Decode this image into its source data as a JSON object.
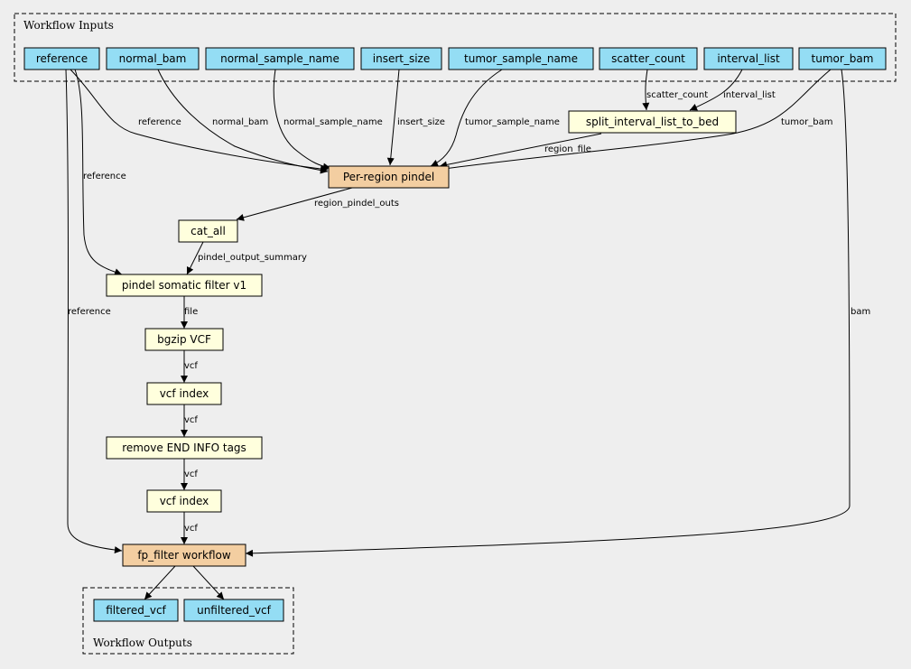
{
  "clusters": {
    "inputs": {
      "label": "Workflow Inputs"
    },
    "outputs": {
      "label": "Workflow Outputs"
    }
  },
  "colors": {
    "background": "#eeeeee",
    "input_output": "#94ddf4",
    "step": "#ffffdd",
    "subworkflow": "#f3cea1"
  },
  "nodes": {
    "reference": {
      "label": "reference",
      "kind": "input"
    },
    "normal_bam": {
      "label": "normal_bam",
      "kind": "input"
    },
    "normal_sample_name": {
      "label": "normal_sample_name",
      "kind": "input"
    },
    "insert_size": {
      "label": "insert_size",
      "kind": "input"
    },
    "tumor_sample_name": {
      "label": "tumor_sample_name",
      "kind": "input"
    },
    "scatter_count": {
      "label": "scatter_count",
      "kind": "input"
    },
    "interval_list": {
      "label": "interval_list",
      "kind": "input"
    },
    "tumor_bam": {
      "label": "tumor_bam",
      "kind": "input"
    },
    "split_interval_list_to_bed": {
      "label": "split_interval_list_to_bed",
      "kind": "step"
    },
    "per_region_pindel": {
      "label": "Per-region pindel",
      "kind": "subworkflow"
    },
    "cat_all": {
      "label": "cat_all",
      "kind": "step"
    },
    "pindel_somatic_filter": {
      "label": "pindel somatic filter v1",
      "kind": "step"
    },
    "bgzip_vcf": {
      "label": "bgzip VCF",
      "kind": "step"
    },
    "vcf_index_1": {
      "label": "vcf index",
      "kind": "step"
    },
    "remove_end_tags": {
      "label": "remove END INFO tags",
      "kind": "step"
    },
    "vcf_index_2": {
      "label": "vcf index",
      "kind": "step"
    },
    "fp_filter": {
      "label": "fp_filter workflow",
      "kind": "subworkflow"
    },
    "filtered_vcf": {
      "label": "filtered_vcf",
      "kind": "output"
    },
    "unfiltered_vcf": {
      "label": "unfiltered_vcf",
      "kind": "output"
    }
  },
  "edge_labels": {
    "ref_to_pindel": "reference",
    "normal_bam_to_pindel": "normal_bam",
    "normal_sample_name_to_pindel": "normal_sample_name",
    "insert_size_to_pindel": "insert_size",
    "tumor_sample_name_to_pindel": "tumor_sample_name",
    "scatter_count_to_split": "scatter_count",
    "interval_list_to_split": "interval_list",
    "tumor_bam_to_pindel": "tumor_bam",
    "split_to_pindel": "region_file",
    "ref_to_somatic_filter": "reference",
    "pindel_to_cat": "region_pindel_outs",
    "cat_to_somatic_filter": "pindel_output_summary",
    "ref_to_fp_filter": "reference",
    "somatic_filter_to_bgzip": "file",
    "tumor_bam_to_fp_filter": "bam",
    "bgzip_to_index1": "vcf",
    "index1_to_remove": "vcf",
    "remove_to_index2": "vcf",
    "index2_to_fp_filter": "vcf"
  }
}
